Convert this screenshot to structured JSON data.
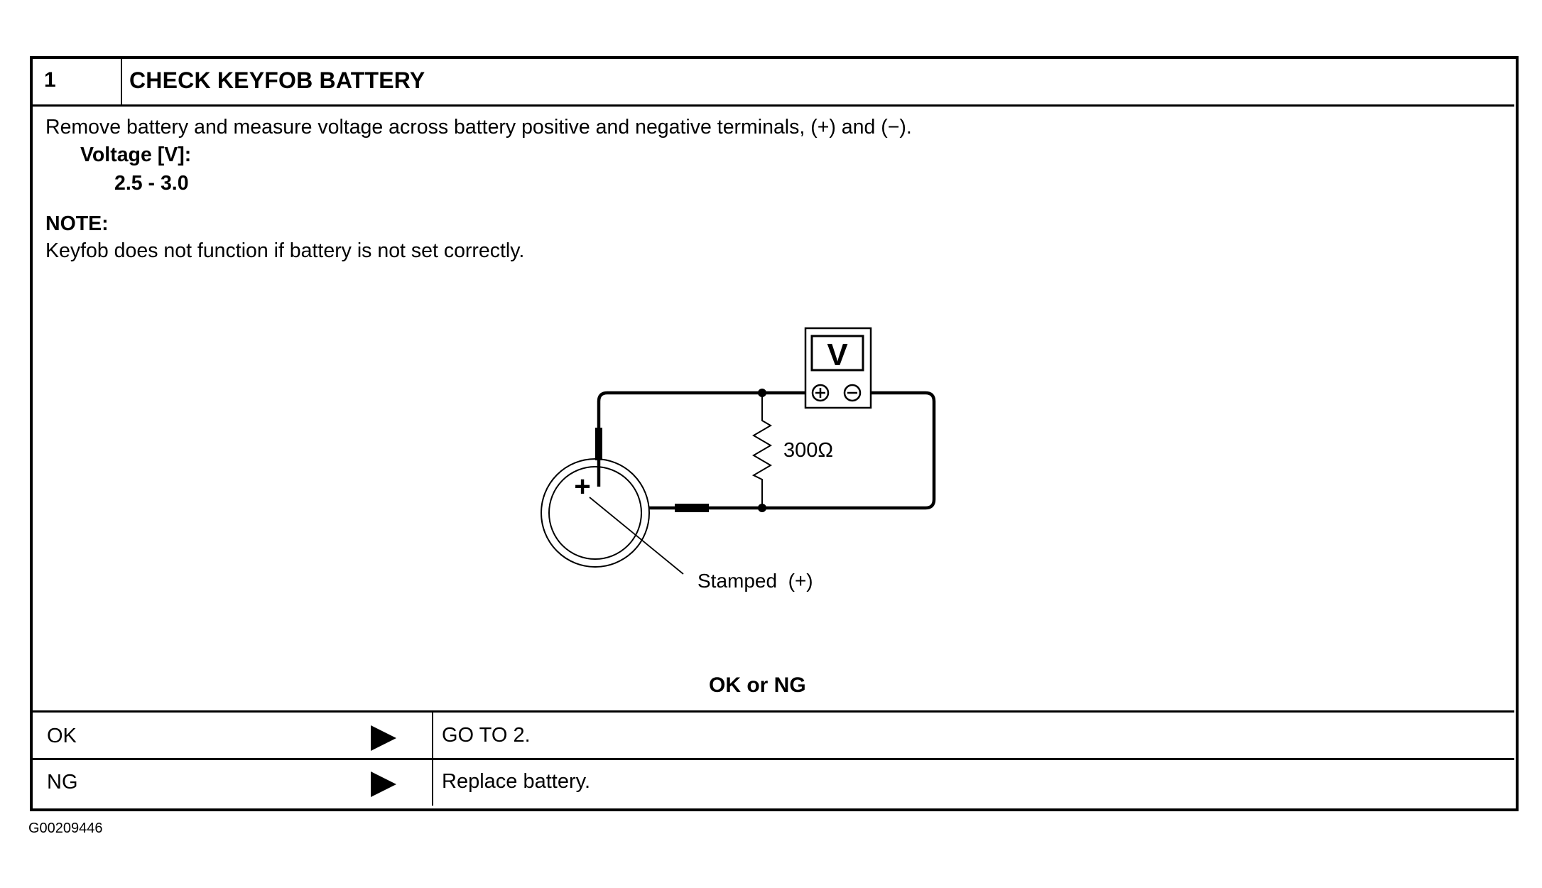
{
  "step": {
    "number": "1",
    "title": "CHECK KEYFOB BATTERY"
  },
  "instructions": {
    "main": "Remove battery and measure voltage across battery positive and negative terminals, (+) and (−).",
    "spec_label": "Voltage [V]:",
    "spec_value": "2.5 - 3.0",
    "note_label": "NOTE:",
    "note_text": "Keyfob does not function if battery is not set correctly."
  },
  "diagram": {
    "meter_label": "V",
    "meter_plus": "+",
    "meter_minus": "−",
    "resistor_label": "300Ω",
    "battery_mark": "+",
    "callout": "Stamped  (+)",
    "icons": [
      "voltmeter-icon",
      "resistor-icon",
      "coin-battery-icon",
      "test-probe-icon"
    ]
  },
  "results": {
    "heading": "OK or NG",
    "rows": [
      {
        "result": "OK",
        "arrow_icon": "arrow-right-icon",
        "action": "GO TO 2."
      },
      {
        "result": "NG",
        "arrow_icon": "arrow-right-icon",
        "action": "Replace battery."
      }
    ]
  },
  "footer": {
    "figure_id": "G00209446"
  }
}
